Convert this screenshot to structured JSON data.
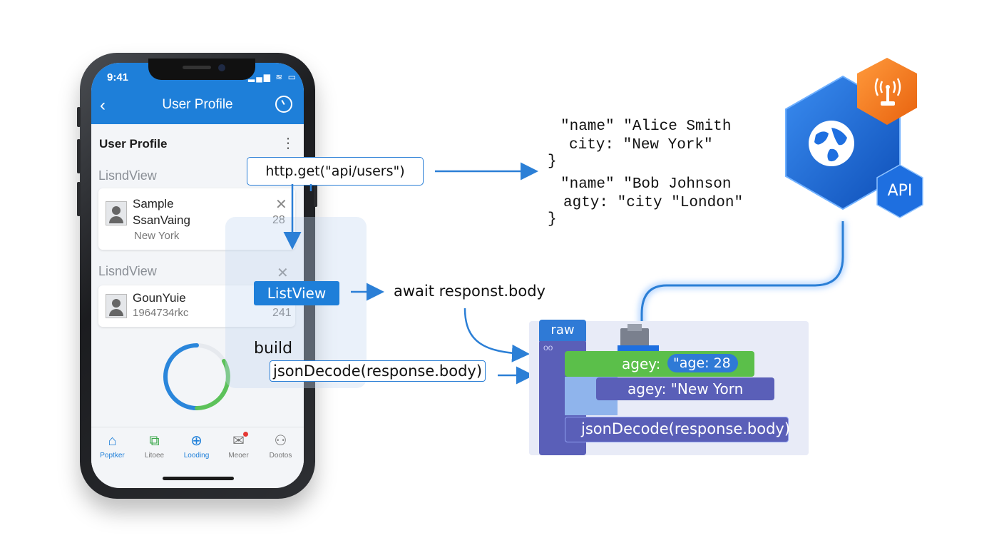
{
  "phone": {
    "status_time": "9:41",
    "status_icons": "▂▄▆ ≋ ▭",
    "appbar_title": "User Profile",
    "back_icon": "‹",
    "section_title": "User Profile",
    "more_icon": "⋮",
    "list_label_1": "LisndView",
    "list_label_2": "LisndView",
    "card1": {
      "name": "Sample",
      "subname": "SsanVaing",
      "city": "New York",
      "number": "28",
      "close": "✕"
    },
    "card2": {
      "name": "GounYuie",
      "subname": "1964734rkc",
      "number": "241",
      "close": "✕"
    },
    "nav": [
      {
        "label": "Poptker",
        "icon": "⌂"
      },
      {
        "label": "Litoee",
        "icon": "⧉"
      },
      {
        "label": "Looding",
        "icon": "⊕"
      },
      {
        "label": "Meoer",
        "icon": "✉"
      },
      {
        "label": "Dootos",
        "icon": "⚇"
      }
    ]
  },
  "code": {
    "http_get": "http.get(\"api/users\")",
    "listview": "ListView",
    "build": "build",
    "json_decode": "jsonDecode(response.body)",
    "await": "await responst.body"
  },
  "json_text": {
    "line1": "\"name\" \"Alice Smith",
    "line2": "city: \"New York\"",
    "line3": "}",
    "line4": "\"name\" \"Bob Johnson",
    "line5": "agty: \"city \"London\"",
    "line6": "}"
  },
  "api_badge": "API",
  "blocks": {
    "raw": "raw",
    "green": "agey: ",
    "green_inner": "\"age: 28",
    "indigo": "agey: \"New Yorn",
    "decode": "jsonDecode(response.body)"
  },
  "colors": {
    "primary": "#1e7fd9",
    "arrow": "#2b7fd6",
    "hex_blue": "#1a5fc9",
    "hex_orange": "#f07c1f",
    "block_green": "#5bbf4a",
    "block_indigo": "#5a5fb8"
  }
}
